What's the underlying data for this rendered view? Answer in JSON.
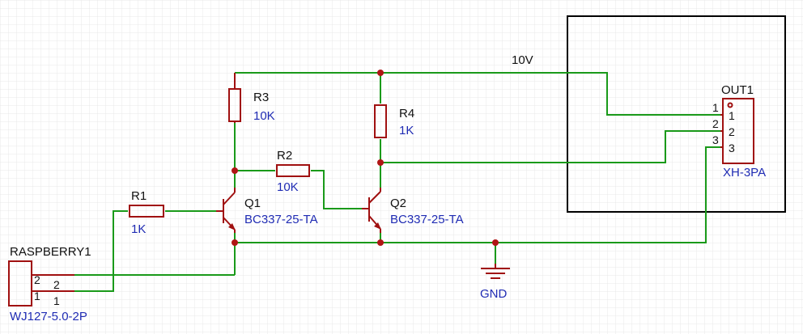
{
  "net_labels": {
    "vcc": "10V",
    "gnd": "GND"
  },
  "components": {
    "raspberry": {
      "designator": "RASPBERRY1",
      "value": "WJ127-5.0-2P",
      "pins": [
        "2",
        "1"
      ],
      "pin_names": [
        "2",
        "1"
      ]
    },
    "r1": {
      "designator": "R1",
      "value": "1K"
    },
    "r2": {
      "designator": "R2",
      "value": "10K"
    },
    "r3": {
      "designator": "R3",
      "value": "10K"
    },
    "r4": {
      "designator": "R4",
      "value": "1K"
    },
    "q1": {
      "designator": "Q1",
      "value": "BC337-25-TA"
    },
    "q2": {
      "designator": "Q2",
      "value": "BC337-25-TA"
    },
    "out1": {
      "designator": "OUT1",
      "value": "XH-3PA",
      "pins": [
        "1",
        "2",
        "3"
      ],
      "pin_names": [
        "1",
        "2",
        "3"
      ]
    }
  },
  "colors": {
    "wire": "#1a9a1a",
    "part": "#a01010",
    "designator": "#111111",
    "value": "#1f2bb3",
    "grid": "#e6e6e6"
  }
}
